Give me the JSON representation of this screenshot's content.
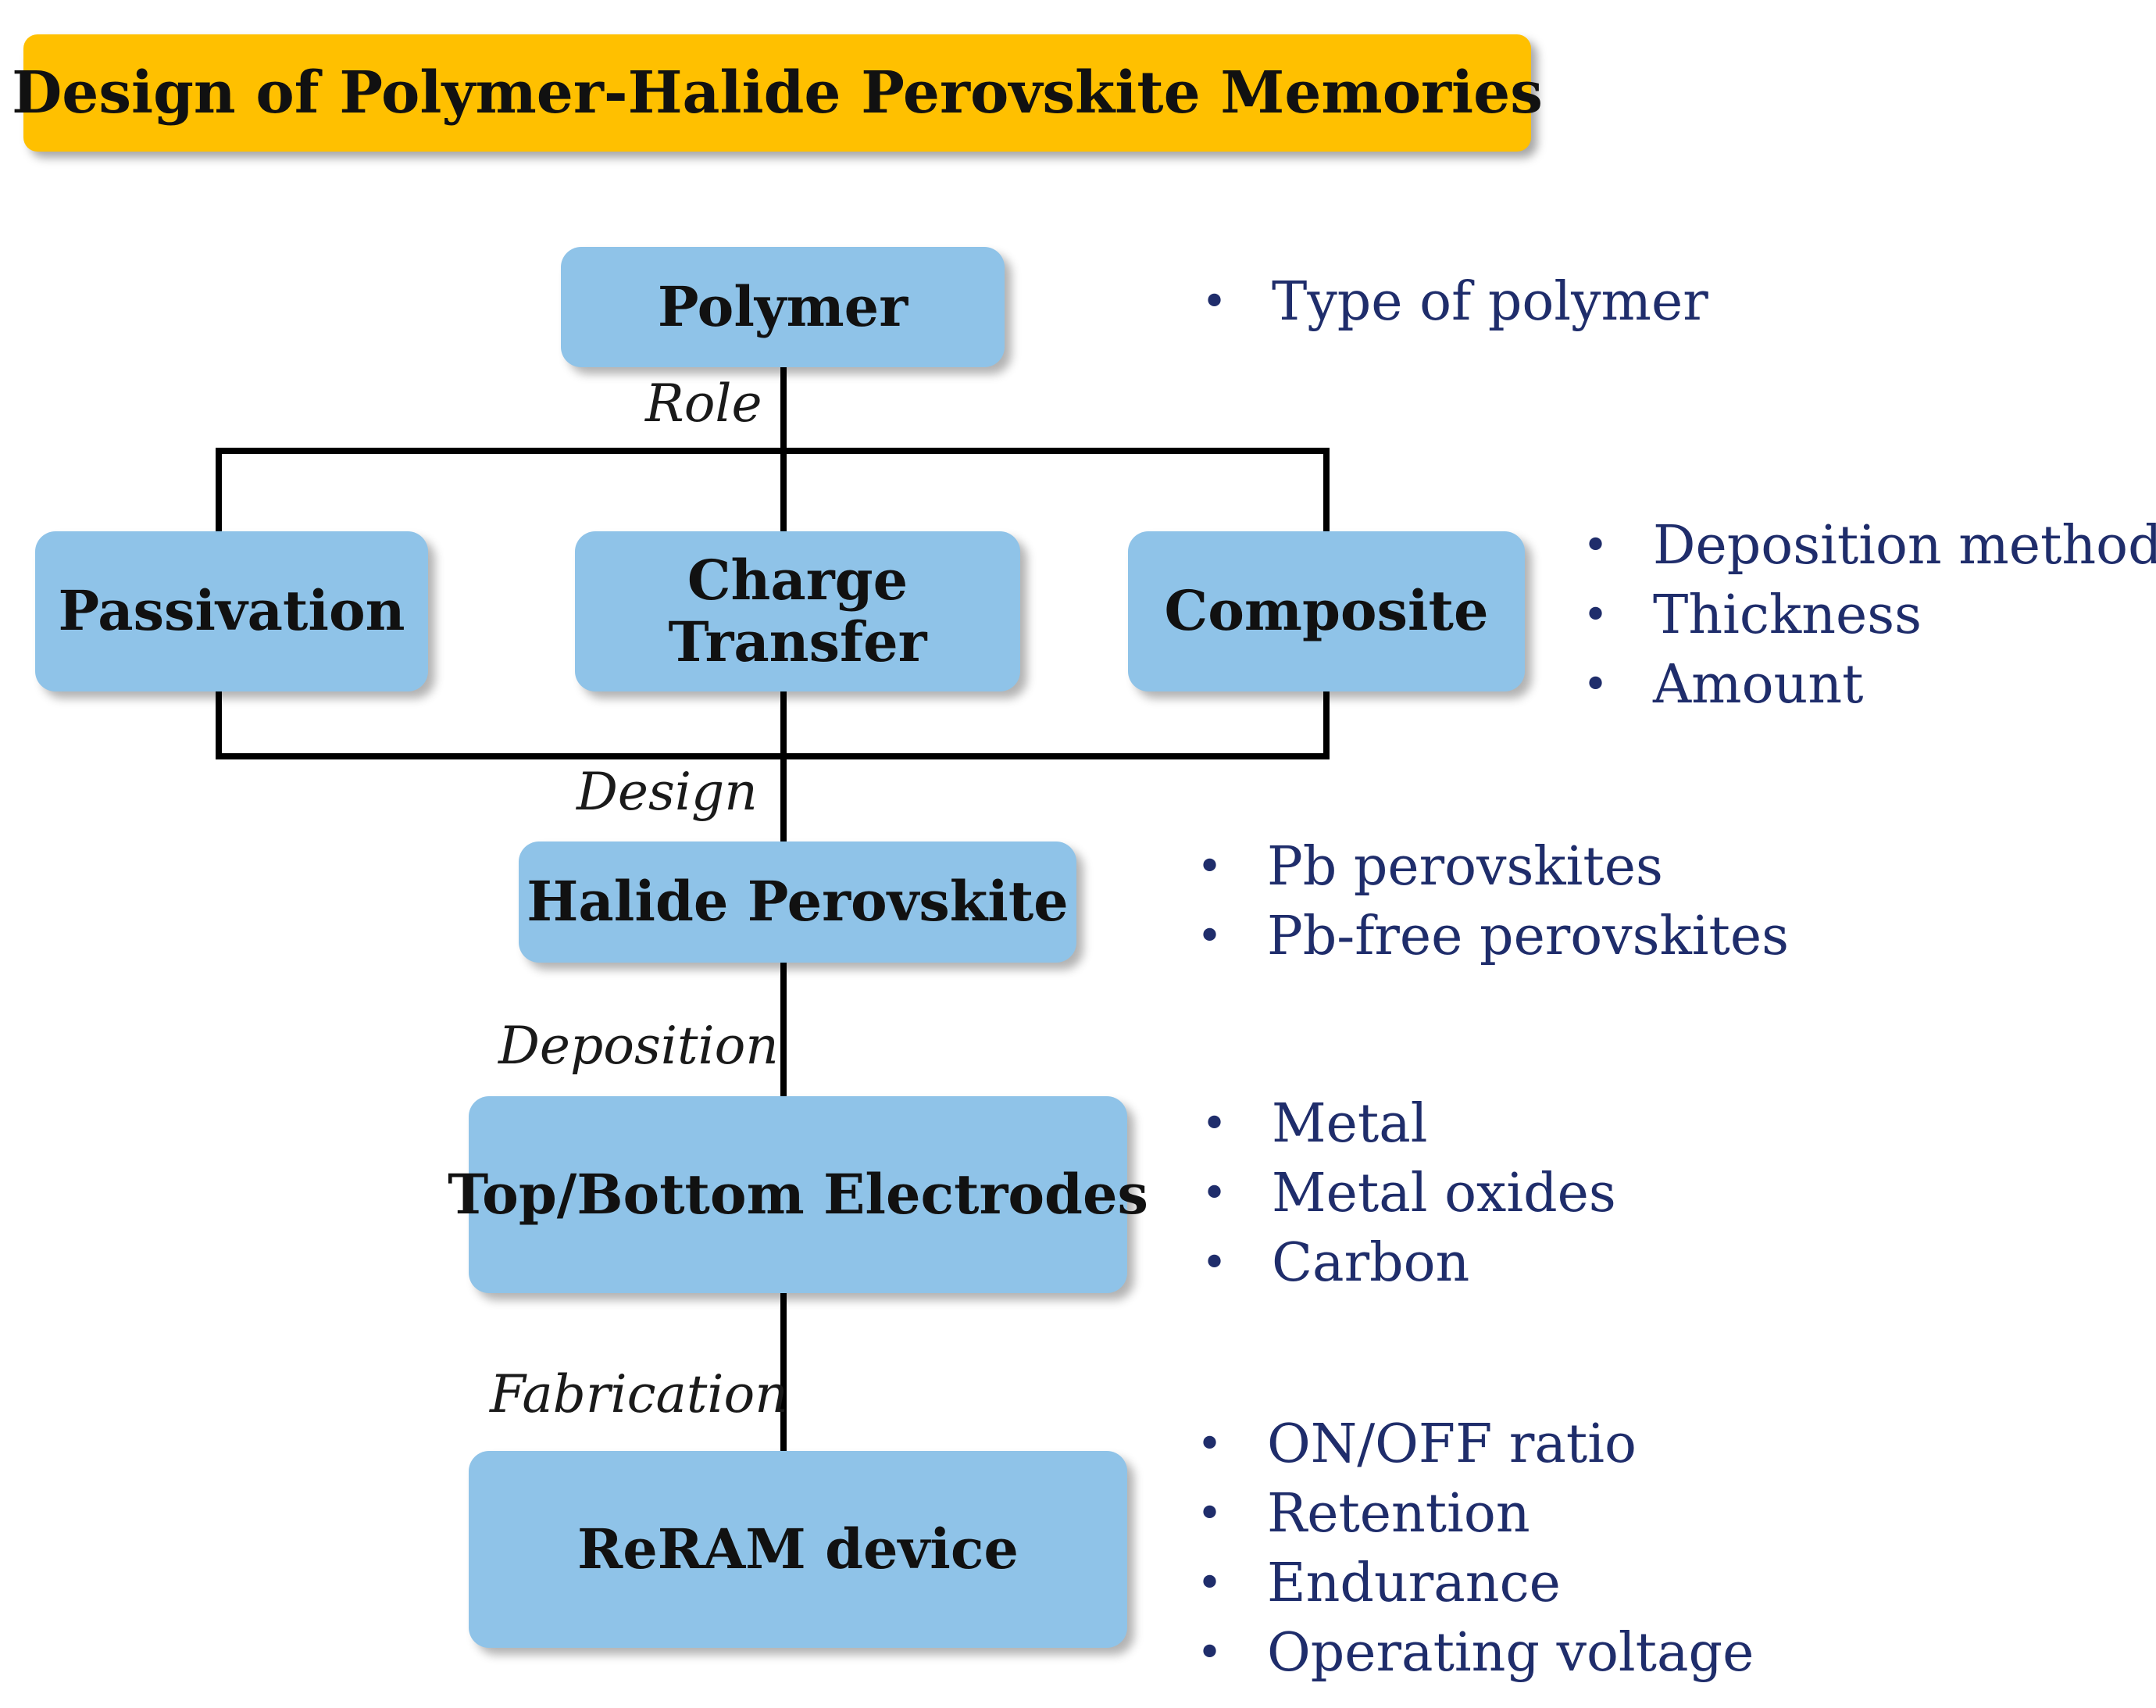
{
  "title": "Design of Polymer-Halide Perovskite Memories",
  "nodes": {
    "polymer": "Polymer",
    "passivation": "Passivation",
    "charge_transfer_line1": "Charge",
    "charge_transfer_line2": "Transfer",
    "composite": "Composite",
    "halide_perovskite": "Halide Perovskite",
    "electrodes": "Top/Bottom Electrodes",
    "reram": "ReRAM device"
  },
  "edge_labels": {
    "role": "Role",
    "design": "Design",
    "deposition": "Deposition",
    "fabrication": "Fabrication"
  },
  "bullet_symbol": "•",
  "bullets": {
    "polymer": [
      "Type of polymer"
    ],
    "role": [
      "Deposition method",
      "Thickness",
      "Amount"
    ],
    "perovskite": [
      "Pb perovskites",
      "Pb-free perovskites"
    ],
    "electrodes": [
      "Metal",
      "Metal oxides",
      "Carbon"
    ],
    "reram": [
      "ON/OFF ratio",
      "Retention",
      "Endurance",
      "Operating voltage"
    ]
  },
  "colors": {
    "banner": "#FFC000",
    "node_fill": "#8FC3E8",
    "bullet_text": "#1F2D6B",
    "connector": "#000000"
  }
}
